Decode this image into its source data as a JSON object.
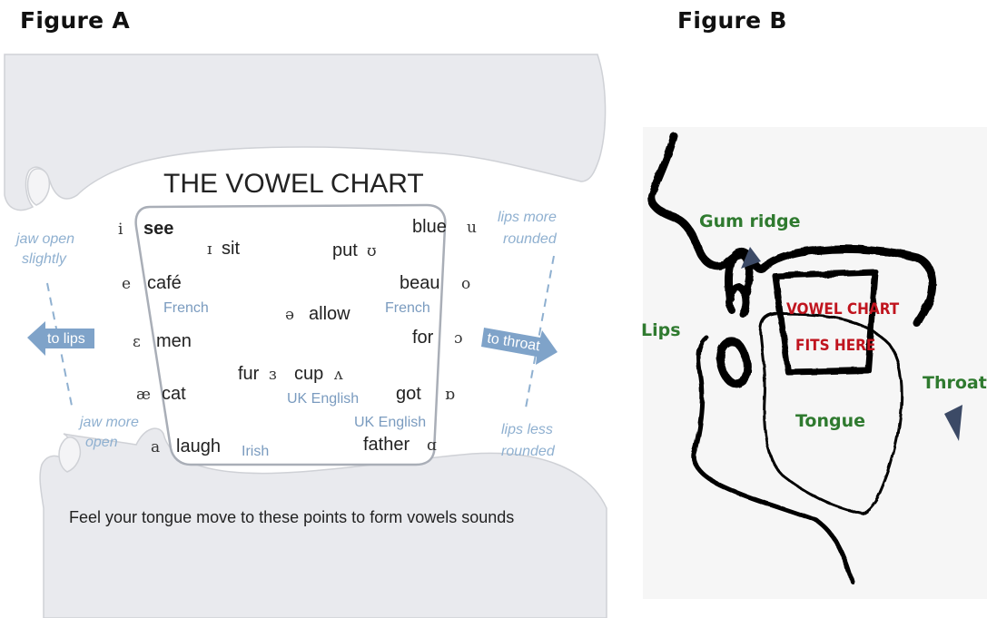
{
  "figure_a": {
    "label": "Figure A",
    "chart_title": "THE VOWEL CHART",
    "caption": "Feel your tongue move to these points to form vowels sounds",
    "arrows": {
      "left": "to lips",
      "right": "to throat"
    },
    "side_notes": {
      "jaw_open_1": "jaw open",
      "jaw_open_2": "slightly",
      "jaw_more_1": "jaw more",
      "jaw_more_2": "open",
      "lips_more_1": "lips more",
      "lips_more_2": "rounded",
      "lips_less_1": "lips less",
      "lips_less_2": "rounded"
    },
    "vowels": {
      "see": {
        "ipa": "i",
        "word": "see"
      },
      "sit": {
        "ipa": "ɪ",
        "word": "sit"
      },
      "cafe": {
        "ipa": "e",
        "word": "café",
        "note": "French"
      },
      "men": {
        "ipa": "ɛ",
        "word": "men"
      },
      "cat": {
        "ipa": "æ",
        "word": "cat"
      },
      "laugh": {
        "ipa": "a",
        "word": "laugh",
        "note": "Irish"
      },
      "blue": {
        "ipa": "u",
        "word": "blue"
      },
      "put": {
        "ipa": "ʊ",
        "word": "put"
      },
      "beau": {
        "ipa": "o",
        "word": "beau",
        "note": "French"
      },
      "allow": {
        "ipa": "ə",
        "word": "allow"
      },
      "for": {
        "ipa": "ɔ",
        "word": "for"
      },
      "fur": {
        "ipa": "ɜ",
        "word": "fur"
      },
      "cup": {
        "ipa": "ʌ",
        "word": "cup",
        "note": "UK English"
      },
      "got": {
        "ipa": "ɒ",
        "word": "got",
        "note": "UK English"
      },
      "father": {
        "ipa": "ɑ",
        "word": "father"
      }
    }
  },
  "figure_b": {
    "label": "Figure B",
    "labels": {
      "gum_ridge": "Gum ridge",
      "lips": "Lips",
      "throat": "Throat",
      "tongue": "Tongue",
      "box_1": "VOWEL CHART",
      "box_2": "FITS HERE"
    }
  }
}
